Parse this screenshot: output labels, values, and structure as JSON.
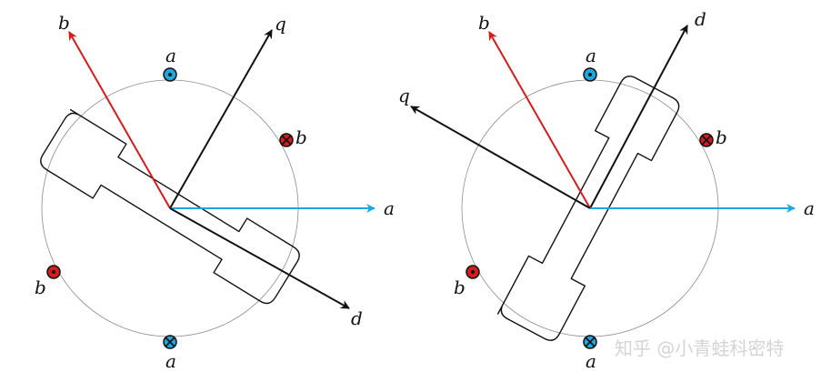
{
  "colors": {
    "red": "#d41c1c",
    "blue": "#1ea6de",
    "black": "#111111",
    "circle": "#8a8a8a",
    "watermark": "#d4d4d4"
  },
  "left_diagram": {
    "labels": {
      "b_axis": "b",
      "q_axis": "q",
      "a_axis": "a",
      "d_axis": "d",
      "coil_a_top": "a",
      "coil_a_bottom": "a",
      "coil_b_right": "b",
      "coil_b_left": "b"
    }
  },
  "right_diagram": {
    "labels": {
      "b_axis": "b",
      "d_axis": "d",
      "q_axis": "q",
      "a_axis": "a",
      "coil_a_top": "a",
      "coil_a_bottom": "a",
      "coil_b_right": "b",
      "coil_b_left": "b"
    }
  },
  "watermark": "知乎 @小青蛙科密特"
}
